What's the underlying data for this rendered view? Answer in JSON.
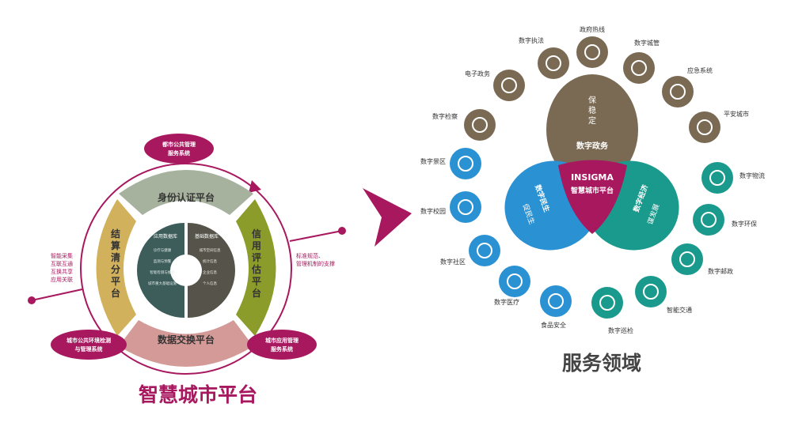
{
  "left": {
    "title": "智慧城市平台",
    "top_badge": [
      "都市公共管理",
      "服务系统"
    ],
    "bottom_left_badge": [
      "城市公共环境检测",
      "与管理系统"
    ],
    "bottom_right_badge": [
      "城市应用管理",
      "服务系统"
    ],
    "segments": {
      "top": "身份认证平台",
      "bottom": "数据交换平台",
      "left": [
        "结",
        "算",
        "清",
        "分",
        "平",
        "台"
      ],
      "right": [
        "信",
        "用",
        "评",
        "估",
        "平",
        "台"
      ]
    },
    "inner_left": {
      "title": "应用数据库",
      "items": [
        "诊疗与健康",
        "监测与预警",
        "智能检测与维护",
        "城市重大基础设施"
      ]
    },
    "inner_right": {
      "title": "基础数据库",
      "items": [
        "城市空间信息",
        "统计信息",
        "企业信息",
        "个人信息"
      ]
    },
    "left_note": [
      "智能采集",
      "互联互通",
      "互换共享",
      "应用关联"
    ],
    "right_note": [
      "标准规范、",
      "管理机制的支撑"
    ]
  },
  "right": {
    "title": "服务领域",
    "center_logo": "INSIGMA",
    "center_label": "智慧城市平台",
    "petal_top": "数字政务",
    "petal_top_vertical": [
      "保",
      "稳",
      "定"
    ],
    "petal_left": "数字民生",
    "petal_left_sub": "促民生",
    "petal_right": "数字经济",
    "petal_right_sub": "谋发展",
    "services": [
      {
        "label": "数字执法",
        "icon": "shield-badge-icon",
        "color": "#7a6a54"
      },
      {
        "label": "政府热线",
        "icon": "phone-icon",
        "color": "#7a6a54"
      },
      {
        "label": "数字城管",
        "icon": "city-shield-icon",
        "color": "#7a6a54"
      },
      {
        "label": "应急系统",
        "icon": "running-man-icon",
        "color": "#7a6a54"
      },
      {
        "label": "平安城市",
        "icon": "security-icon",
        "color": "#7a6a54"
      },
      {
        "label": "电子政务",
        "icon": "emblem-icon",
        "color": "#7a6a54"
      },
      {
        "label": "数字检察",
        "icon": "prosecutor-icon",
        "color": "#7a6a54"
      },
      {
        "label": "数字景区",
        "icon": "scenic-icon",
        "color": "#2a91d2"
      },
      {
        "label": "数字校园",
        "icon": "book-icon",
        "color": "#2a91d2"
      },
      {
        "label": "数字社区",
        "icon": "community-icon",
        "color": "#2a91d2"
      },
      {
        "label": "数字医疗",
        "icon": "medical-cross-icon",
        "color": "#2a91d2"
      },
      {
        "label": "食品安全",
        "icon": "food-safety-icon",
        "color": "#2a91d2"
      },
      {
        "label": "数字巡检",
        "icon": "camera-icon",
        "color": "#1a9a8c"
      },
      {
        "label": "智能交通",
        "icon": "traffic-light-icon",
        "color": "#1a9a8c"
      },
      {
        "label": "数字邮政",
        "icon": "post-icon",
        "color": "#1a9a8c"
      },
      {
        "label": "数字环保",
        "icon": "truck-icon",
        "color": "#1a9a8c"
      },
      {
        "label": "数字物流",
        "icon": "recycle-icon",
        "color": "#1a9a8c"
      }
    ]
  },
  "colors": {
    "magenta": "#a8185f",
    "gray_green": "#a7b29e",
    "olive": "#8b9c2a",
    "tan": "#d1b15c",
    "rose": "#d39a97",
    "dark_teal": "#3d5d5b",
    "dark_gray": "#56544a",
    "brown": "#7a6a54",
    "blue": "#2a91d2",
    "teal": "#1a9a8c"
  }
}
